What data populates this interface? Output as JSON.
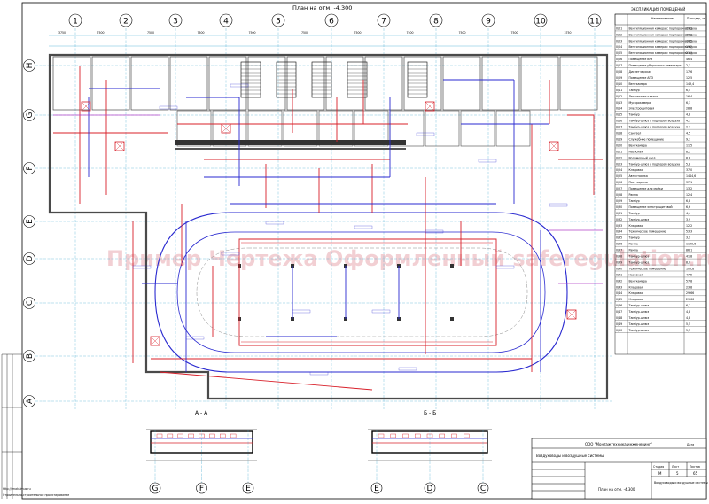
{
  "plan_title": "План на отм. -4.300",
  "axes_numbers": [
    "1",
    "2",
    "3",
    "4",
    "5",
    "6",
    "7",
    "8",
    "9",
    "10",
    "11"
  ],
  "axes_letters": [
    "H",
    "G",
    "F",
    "E",
    "D",
    "C",
    "B",
    "A"
  ],
  "dim_values_top": [
    "3750",
    "7500",
    "7500",
    "7500",
    "7500",
    "7500",
    "7500",
    "7500",
    "7500",
    "7500",
    "3750"
  ],
  "explication": {
    "title": "ЭКСПЛИКАЦИЯ ПОМЕЩЕНИЙ",
    "col_name": "Наименование",
    "col_area": "Площадь, м²",
    "rows": [
      [
        "0/01",
        "Вентиляционная камера с подпором воздуха",
        "29,1"
      ],
      [
        "0/02",
        "Вентиляционная камера с подпором воздуха",
        "29,1"
      ],
      [
        "0/03",
        "Вентиляционная камера с подпором воздуха",
        "16,5"
      ],
      [
        "0/04",
        "Вентиляционная камера с подпором воздуха",
        "19,2"
      ],
      [
        "0/05",
        "Вентиляционная камера с подпором воздуха",
        "21,1"
      ],
      [
        "0/06",
        "Помещение ВРУ",
        "46,4"
      ],
      [
        "0/07",
        "Помещение уборочного инвентаря",
        "2,1"
      ],
      [
        "0/08",
        "Диспетчерская",
        "17,6"
      ],
      [
        "0/09",
        "Помещение АПЗ",
        "12,5"
      ],
      [
        "0/10",
        "Венткамера",
        "143,4"
      ],
      [
        "0/11",
        "Тамбур",
        "6,4"
      ],
      [
        "0/12",
        "Лестничная клетка",
        "16,4"
      ],
      [
        "0/13",
        "Мусорокамера",
        "6,1"
      ],
      [
        "0/14",
        "Электрощитовая",
        "28,8"
      ],
      [
        "0/15",
        "Тамбур",
        "4,8"
      ],
      [
        "0/16",
        "Тамбур-шлюз с подпором воздуха",
        "4,1"
      ],
      [
        "0/17",
        "Тамбур-шлюз с подпором воздуха",
        "2,1"
      ],
      [
        "0/18",
        "Санузел",
        "4,5"
      ],
      [
        "0/19",
        "Служебное помещение",
        "9,7"
      ],
      [
        "0/20",
        "Венткамера",
        "11,5"
      ],
      [
        "0/21",
        "Насосная",
        "8,3"
      ],
      [
        "0/22",
        "Водомерный узел",
        "8,6"
      ],
      [
        "0/23",
        "Тамбур-шлюз с подпором воздуха",
        "5,8"
      ],
      [
        "0/24",
        "Кладовая",
        "37,0"
      ],
      [
        "0/25",
        "Автостоянка",
        "1444,6"
      ],
      [
        "0/26",
        "Пост охраны",
        "37,1"
      ],
      [
        "0/27",
        "Помещение для мойки",
        "13,2"
      ],
      [
        "0/28",
        "Рампа",
        "12,4"
      ],
      [
        "0/29",
        "Тамбур",
        "6,8"
      ],
      [
        "0/30",
        "Помещение электрощитовой",
        "6,6"
      ],
      [
        "0/31",
        "Тамбур",
        "4,4"
      ],
      [
        "0/32",
        "Тамбур-шлюз",
        "3,9"
      ],
      [
        "0/33",
        "Кладовая",
        "12,2"
      ],
      [
        "0/34",
        "Техническое помещение",
        "53,3"
      ],
      [
        "0/35",
        "Тамбур",
        "3,9"
      ],
      [
        "0/36",
        "Рампа",
        "1149,6"
      ],
      [
        "0/37",
        "Рампа",
        "86,1"
      ],
      [
        "0/38",
        "Тамбур-шлюз",
        "41,8"
      ],
      [
        "0/39",
        "Тамбур-шлюз",
        "8,0"
      ],
      [
        "0/40",
        "Техническое помещение",
        "105,8"
      ],
      [
        "0/41",
        "Насосная",
        "47,5"
      ],
      [
        "0/42",
        "Венткамера",
        "57,8"
      ],
      [
        "0/43",
        "Кладовая",
        "23,8"
      ],
      [
        "0/44",
        "Кладовая",
        "29,66"
      ],
      [
        "0/45",
        "Кладовая",
        "29,66"
      ],
      [
        "0/46",
        "Тамбур-шлюз",
        "6,7"
      ],
      [
        "0/47",
        "Тамбур-шлюз",
        "4,8"
      ],
      [
        "0/48",
        "Тамбур-шлюз",
        "4,8"
      ],
      [
        "0/49",
        "Тамбур-шлюз",
        "5,5"
      ],
      [
        "0/50",
        "Тамбур-шлюз",
        "5,5"
      ]
    ]
  },
  "section_aa": {
    "title": "А - А",
    "axes": [
      "G",
      "F",
      "E"
    ]
  },
  "section_bb": {
    "title": "Б - Б",
    "axes": [
      "E",
      "D",
      "C"
    ]
  },
  "title_block": {
    "company": "ООО \"Монтажтехника инженеринг\"",
    "subject": "Воздуховоды и воздушные системы",
    "stage_label": "Стадия",
    "sheet_label": "Лист",
    "sheets_label": "Листов",
    "stage": "М",
    "sheet": "5",
    "sheets": "65",
    "drawing_name": "План на отм. -4.300",
    "right_block": "Воздуховоды и воздушные системы",
    "date_label": "Дата"
  },
  "watermark": "Пример Чертежа Оформленный saferegulation.ru",
  "footer_left": [
    "http://tmaksimus.ru",
    "Строительно-строительное проектирование"
  ],
  "colors": {
    "duct_red": "#d8202a",
    "duct_blue": "#2a2ad0",
    "grid_cyan": "#40a8d0",
    "wall": "#4a4a4a",
    "magenta": "#b040c8"
  }
}
